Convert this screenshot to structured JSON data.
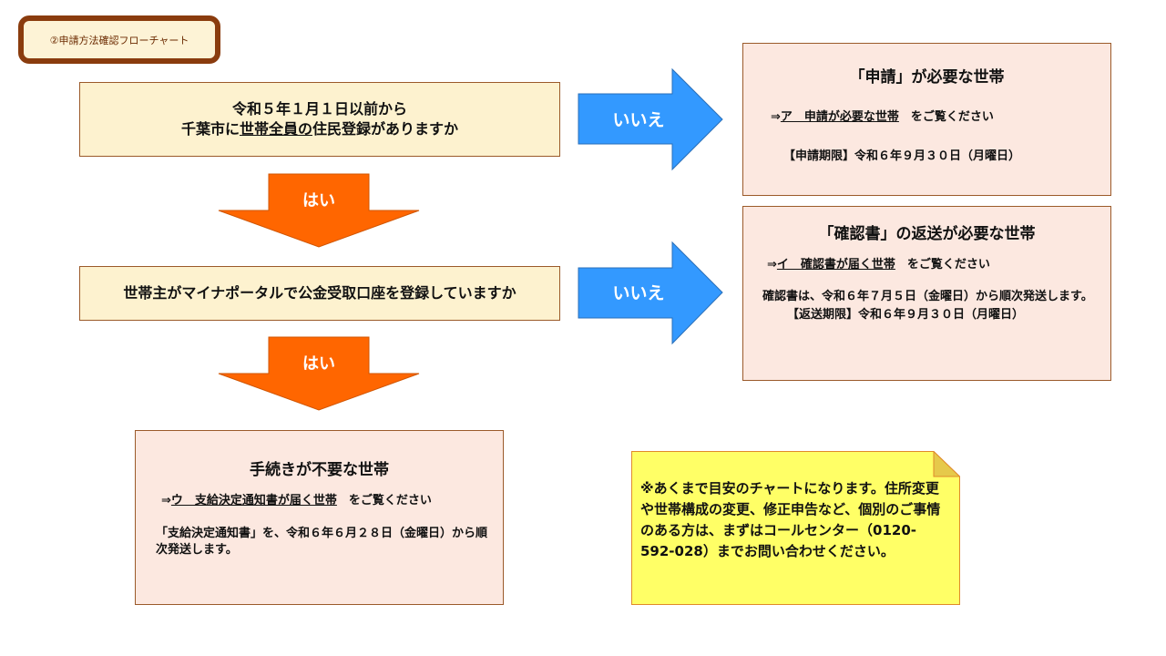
{
  "title": "②申請方法確認フローチャート",
  "question1": {
    "line1": "令和５年１月１日以前から",
    "line2_pre": "千葉市に",
    "line2_underlined": "世帯全員の",
    "line2_post": "住民登録がありますか"
  },
  "question2": {
    "text": "世帯主がマイナポータルで公金受取口座を登録していますか"
  },
  "arrows": {
    "yes1": "はい",
    "yes2": "はい",
    "no1": "いいえ",
    "no2": "いいえ"
  },
  "result_a": {
    "heading": "「申請」が必要な世帯",
    "ref_pre": "⇒",
    "ref_link": "ア　申請が必要な世帯",
    "ref_post": "　をご覧ください",
    "deadline": "【申請期限】令和６年９月３０日（月曜日）"
  },
  "result_b": {
    "heading": "「確認書」の返送が必要な世帯",
    "ref_pre": "⇒",
    "ref_link": "イ　確認書が届く世帯",
    "ref_post": "　をご覧ください",
    "body": "　確認書は、令和６年７月５日（金曜日）から順次発送します。",
    "deadline": "【返送期限】令和６年９月３０日（月曜日）"
  },
  "result_c": {
    "heading": "手続きが不要な世帯",
    "ref_pre": "⇒",
    "ref_link": "ウ　支給決定通知書が届く世帯",
    "ref_post": "　をご覧ください",
    "body": "「支給決定通知書」を、令和６年６月２８日（金曜日）から順次発送します。"
  },
  "note": {
    "text": "※あくまで目安のチャートになります。住所変更や世帯構成の変更、修正申告など、個別のご事情のある方は、まずはコールセンター（0120-592-028）までお問い合わせください。"
  },
  "colors": {
    "yes_arrow": "#ff6600",
    "no_arrow": "#3399ff",
    "note_bg": "#ffff66"
  }
}
